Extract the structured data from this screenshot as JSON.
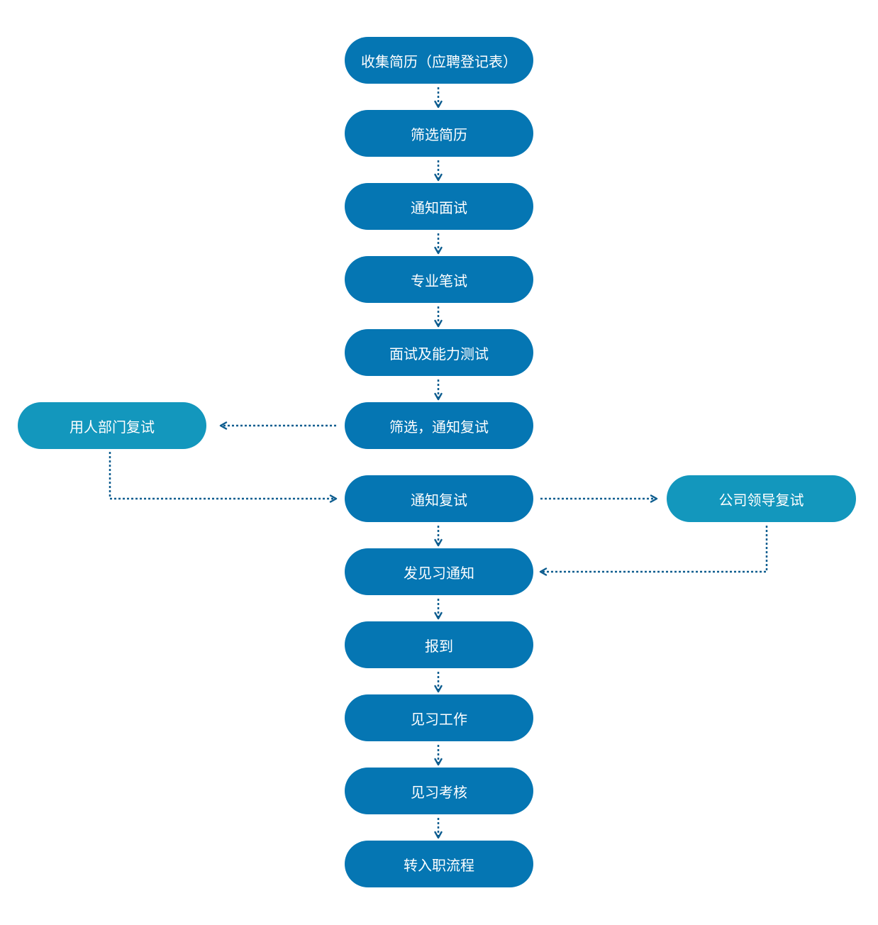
{
  "flow": {
    "steps": [
      "收集简历（应聘登记表）",
      "筛选简历",
      "通知面试",
      "专业笔试",
      "面试及能力测试",
      "筛选，通知复试",
      "通知复试",
      "发见习通知",
      "报到",
      "见习工作",
      "见习考核",
      "转入职流程"
    ],
    "side_left": "用人部门复试",
    "side_right": "公司领导复试"
  },
  "colors": {
    "main_node": "#0576b3",
    "side_node": "#1397bd",
    "connector": "#0d5d8f",
    "node_text": "#ffffff"
  }
}
